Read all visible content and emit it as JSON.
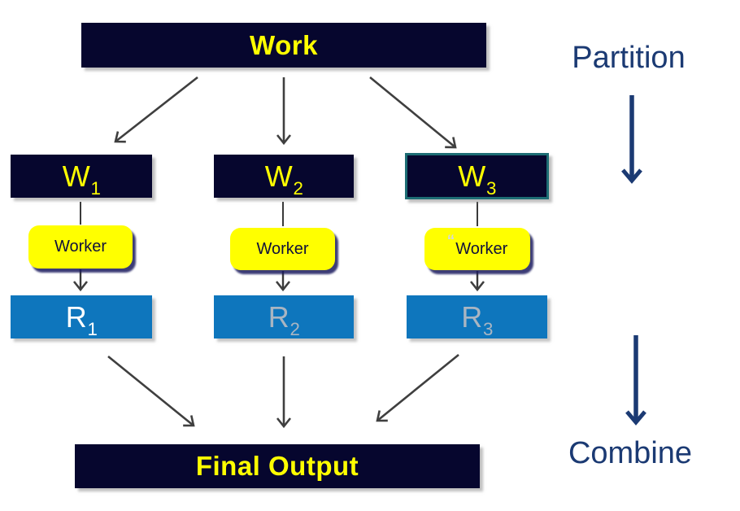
{
  "colors": {
    "canvas_bg": "#ffffff",
    "node_navy": "#06062e",
    "node_blue": "#0e76bd",
    "worker_yellow": "#ffff00",
    "node_label_yellow": "#ffff00",
    "worker_text_navy": "#10103c",
    "side_label_navy": "#1b3a73",
    "flow_arrow_gray": "#3f3f3f",
    "w3_border_teal": "#1d6d74",
    "r1_text_white": "#ffffff",
    "r2_r3_text_gray": "#a9b5c2"
  },
  "nodes": {
    "work": {
      "label": "Work"
    },
    "w1": {
      "base": "W",
      "sub": "1"
    },
    "w2": {
      "base": "W",
      "sub": "2"
    },
    "w3": {
      "base": "W",
      "sub": "3"
    },
    "worker1": {
      "label": "Worker"
    },
    "worker2": {
      "label": "Worker"
    },
    "worker3": {
      "quote": "“",
      "label": "Worker"
    },
    "r1": {
      "base": "R",
      "sub": "1"
    },
    "r2": {
      "base": "R",
      "sub": "2"
    },
    "r3": {
      "base": "R",
      "sub": "3"
    },
    "final_output": {
      "label": "Final Output"
    }
  },
  "side_labels": {
    "partition": "Partition",
    "combine": "Combine"
  }
}
